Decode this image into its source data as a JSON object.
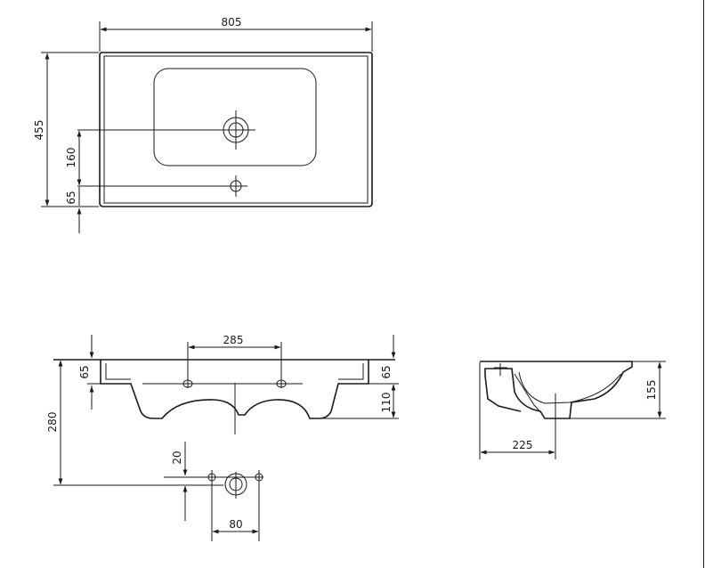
{
  "drawing": {
    "top_view": {
      "width_dim": "805",
      "depth_dim": "455",
      "tap_offset_dim": "160",
      "overflow_dim": "65"
    },
    "front_view": {
      "hole_spacing_dim": "285",
      "left_rim_dim": "65",
      "right_rim_dim": "65",
      "bowl_depth_dim": "110",
      "total_height_dim": "280",
      "detail_offset_dim": "20",
      "detail_spacing_dim": "80"
    },
    "side_view": {
      "height_dim": "155",
      "drain_offset_dim": "225"
    }
  }
}
